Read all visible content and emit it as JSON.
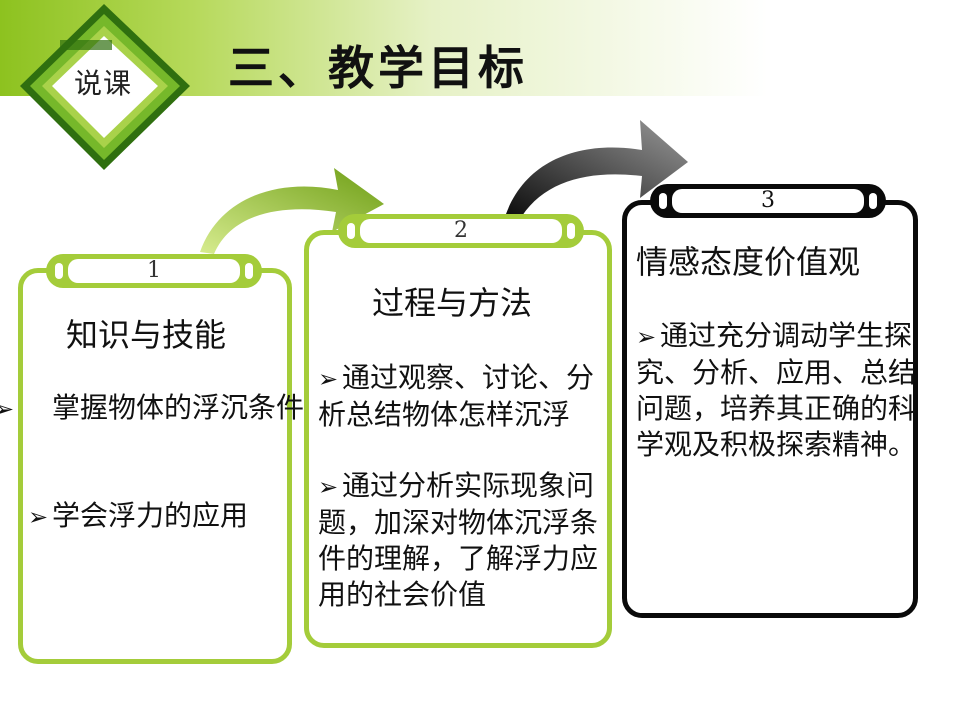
{
  "header": {
    "logo_label": "说课",
    "title": "三、教学目标"
  },
  "cards": [
    {
      "number": "1",
      "title": "知识与技能",
      "items": [
        "掌握物体的浮沉条件",
        "学会浮力的应用"
      ]
    },
    {
      "number": "2",
      "title": "过程与方法",
      "items": [
        "通过观察、讨论、分析总结物体怎样沉浮",
        "通过分析实际现象问题，加深对物体沉浮条件的理解，了解浮力应用的社会价值"
      ]
    },
    {
      "number": "3",
      "title": "情感态度价值观",
      "items": [
        "通过充分调动学生探究、分析、应用、总结问题，培养其正确的科学观及积极探索精神。"
      ]
    }
  ],
  "bullet_glyph": "➢",
  "colors": {
    "green": "#a4cc3a",
    "black": "#0a0a0a",
    "header_green": "#8dc21f"
  }
}
